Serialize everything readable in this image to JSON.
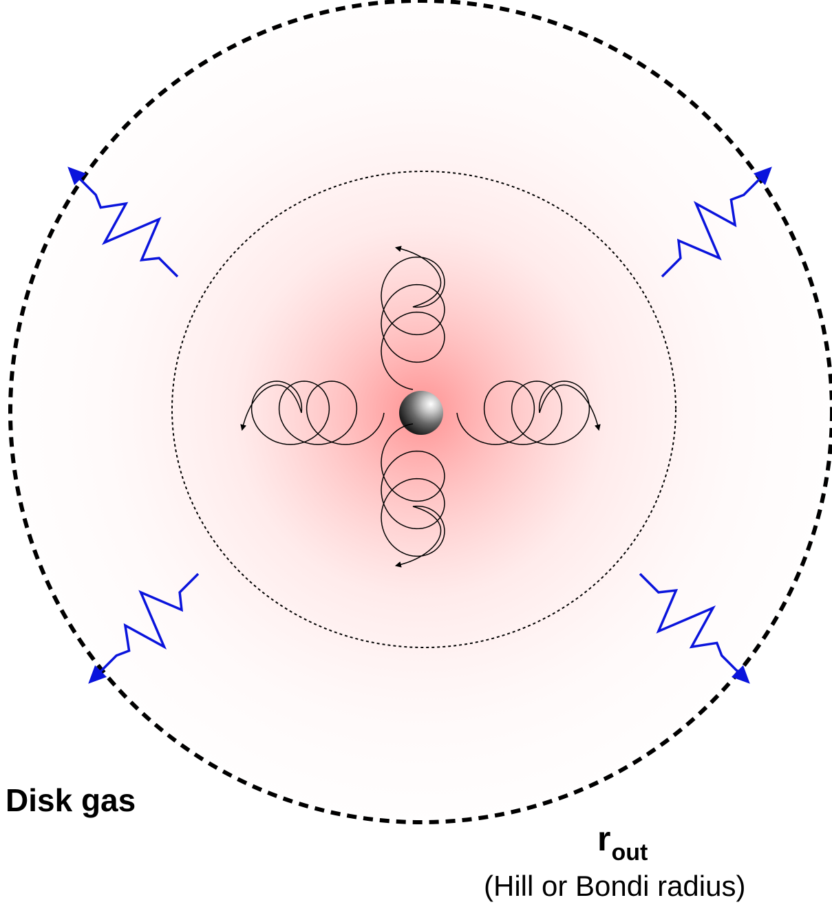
{
  "labels": {
    "disk_gas": "Disk gas",
    "r_out_main": "r",
    "r_out_sub": "out",
    "r_out_note": "(Hill or Bondi radius)"
  },
  "colors": {
    "outflow_arrow": "#0a14dc",
    "spiral_line": "#000000",
    "envelope_glow": "#ff8c8c",
    "boundary_line": "#000000"
  }
}
